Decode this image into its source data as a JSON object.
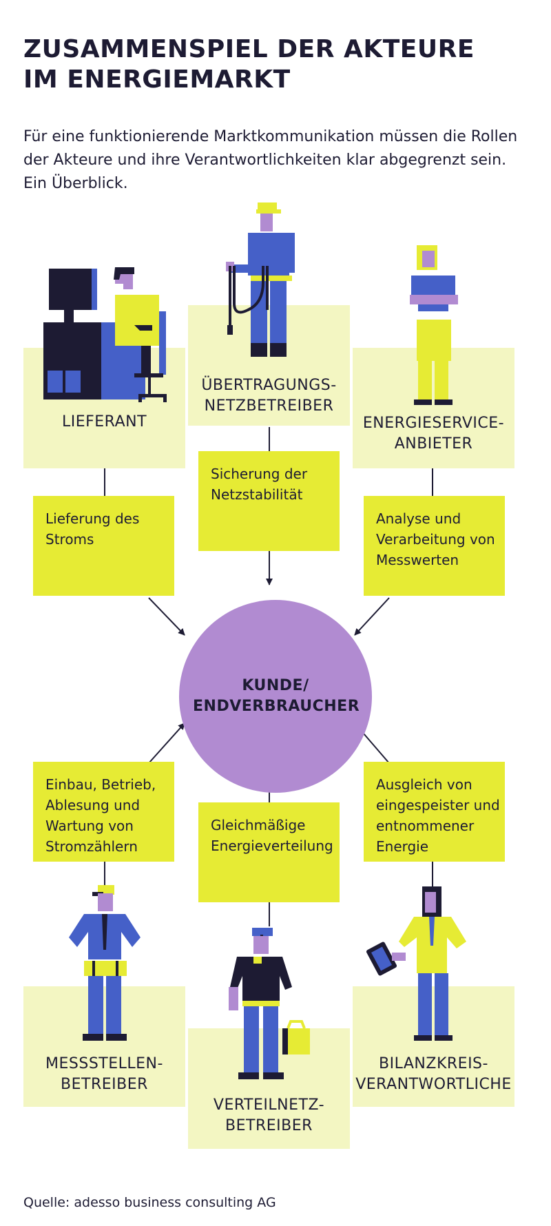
{
  "title_lines": [
    "ZUSAMMENSPIEL DER AKTEURE",
    "IM ENERGIEMARKT"
  ],
  "intro": "Für eine funktionierende Marktkommunikation müssen die Rollen der Akteure und ihre Verantwortlichkeiten klar abgegrenzt sein. Ein Überblick.",
  "center": [
    "KUNDE/",
    "ENDVERBRAUCHER"
  ],
  "actors": {
    "lieferant": {
      "label": [
        "LIEFERANT"
      ],
      "task": [
        "Lieferung des",
        "Stroms"
      ]
    },
    "uebertragungsnetzbetreiber": {
      "label": [
        "ÜBERTRAGUNGS-",
        "NETZBETREIBER"
      ],
      "task": [
        "Sicherung der",
        "Netzstabilität"
      ]
    },
    "energieserviceanbieter": {
      "label": [
        "ENERGIESERVICE-",
        "ANBIETER"
      ],
      "task": [
        "Analyse und",
        "Verarbeitung von",
        "Messwerten"
      ]
    },
    "messstellenbetreiber": {
      "label": [
        "MESSSTELLEN-",
        "BETREIBER"
      ],
      "task": [
        "Einbau, Betrieb,",
        "Ablesung und",
        "Wartung von",
        "Stromzählern"
      ]
    },
    "verteilnetzbetreiber": {
      "label": [
        "VERTEILNETZ-",
        "BETREIBER"
      ],
      "task": [
        "Gleichmäßige",
        "Energieverteilung"
      ]
    },
    "bilanzkreisverantwortliche": {
      "label": [
        "BILANZKREIS-",
        "VERANTWORTLICHE"
      ],
      "task": [
        "Ausgleich von",
        "eingespeister und",
        "entnommener",
        "Energie"
      ]
    }
  },
  "source": "Quelle: adesso business consulting AG",
  "colors": {
    "panel": "#f3f6c2",
    "task_box": "#e6eb34",
    "center": "#b18bd1",
    "ink": "#1d1b33",
    "blue": "#4560c8",
    "purple": "#b18bd1"
  }
}
